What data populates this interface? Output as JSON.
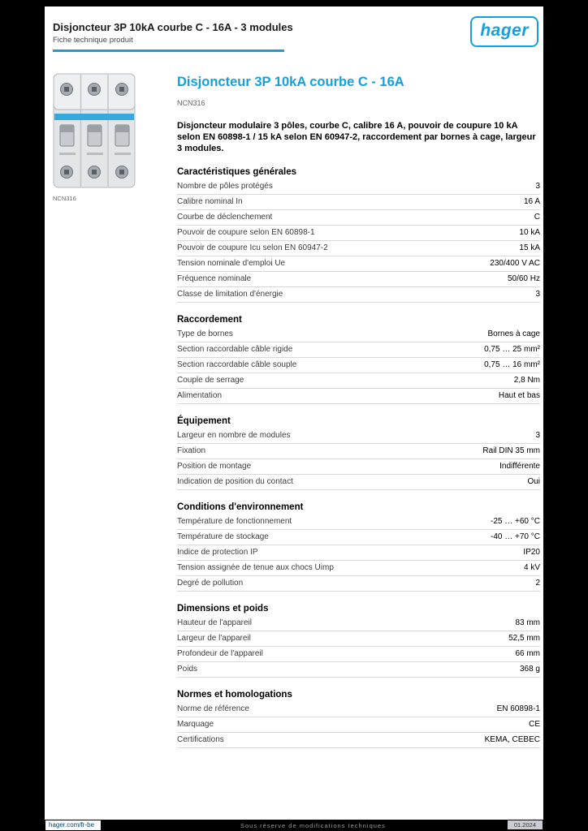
{
  "colors": {
    "accent": "#14a0da",
    "background": "#000000"
  },
  "header": {
    "title_line1": "Disjoncteur 3P 10kA courbe C - 16A - 3 modules",
    "title_line2": "Fiche technique produit",
    "logo": "hager"
  },
  "product": {
    "image_caption": "NCN316",
    "title": "Disjoncteur 3P 10kA courbe C - 16A",
    "reference": "NCN316",
    "description": "Disjoncteur modulaire 3 pôles, courbe C, calibre 16 A, pouvoir de coupure 10 kA selon EN 60898-1 / 15 kA selon EN 60947-2, raccordement par bornes à cage, largeur 3 modules."
  },
  "sections": [
    {
      "title": "Caractéristiques générales",
      "rows": [
        {
          "label": "Nombre de pôles protégés",
          "value": "3"
        },
        {
          "label": "Calibre nominal In",
          "value": "16 A"
        },
        {
          "label": "Courbe de déclenchement",
          "value": "C"
        },
        {
          "label": "Pouvoir de coupure selon EN 60898-1",
          "value": "10 kA"
        },
        {
          "label": "Pouvoir de coupure Icu selon EN 60947-2",
          "value": "15 kA"
        },
        {
          "label": "Tension nominale d'emploi Ue",
          "value": "230/400 V AC"
        },
        {
          "label": "Fréquence nominale",
          "value": "50/60 Hz"
        },
        {
          "label": "Classe de limitation d'énergie",
          "value": "3"
        }
      ]
    },
    {
      "title": "Raccordement",
      "rows": [
        {
          "label": "Type de bornes",
          "value": "Bornes à cage"
        },
        {
          "label": "Section raccordable câble rigide",
          "value": "0,75 … 25 mm²"
        },
        {
          "label": "Section raccordable câble souple",
          "value": "0,75 … 16 mm²"
        },
        {
          "label": "Couple de serrage",
          "value": "2,8 Nm"
        },
        {
          "label": "Alimentation",
          "value": "Haut et bas"
        }
      ]
    },
    {
      "title": "Équipement",
      "rows": [
        {
          "label": "Largeur en nombre de modules",
          "value": "3"
        },
        {
          "label": "Fixation",
          "value": "Rail DIN 35 mm"
        },
        {
          "label": "Position de montage",
          "value": "Indifférente"
        },
        {
          "label": "Indication de position du contact",
          "value": "Oui"
        }
      ]
    },
    {
      "title": "Conditions d'environnement",
      "rows": [
        {
          "label": "Température de fonctionnement",
          "value": "-25 … +60 °C"
        },
        {
          "label": "Température de stockage",
          "value": "-40 … +70 °C"
        },
        {
          "label": "Indice de protection IP",
          "value": "IP20"
        },
        {
          "label": "Tension assignée de tenue aux chocs Uimp",
          "value": "4 kV"
        },
        {
          "label": "Degré de pollution",
          "value": "2"
        }
      ]
    },
    {
      "title": "Dimensions et poids",
      "rows": [
        {
          "label": "Hauteur de l'appareil",
          "value": "83 mm"
        },
        {
          "label": "Largeur de l'appareil",
          "value": "52,5 mm"
        },
        {
          "label": "Profondeur de l'appareil",
          "value": "66 mm"
        },
        {
          "label": "Poids",
          "value": "368 g"
        }
      ]
    },
    {
      "title": "Normes et homologations",
      "rows": [
        {
          "label": "Norme de référence",
          "value": "EN 60898-1"
        },
        {
          "label": "Marquage",
          "value": "CE"
        },
        {
          "label": "Certifications",
          "value": "KEMA, CEBEC"
        }
      ]
    }
  ],
  "footer": {
    "site": "hager.com/fr-be",
    "note": "Sous réserve de modifications techniques",
    "page": "01.2024"
  }
}
